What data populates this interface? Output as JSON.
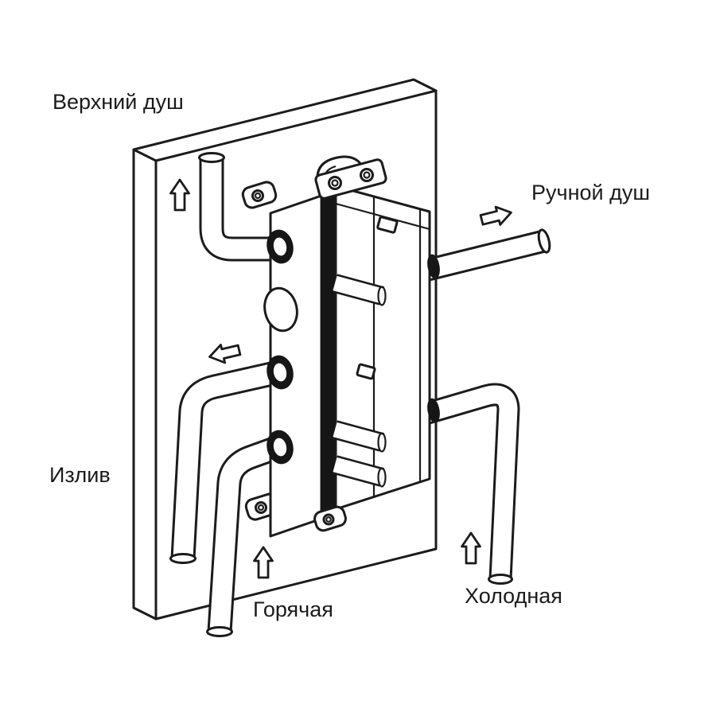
{
  "diagram": {
    "type": "installation-diagram",
    "subject": "concealed-shower-mixer-valve",
    "colors": {
      "background": "#ffffff",
      "line": "#1b1b1b",
      "gasket": "#161616"
    },
    "labels": {
      "top_shower": "Верхний душ",
      "hand_shower": "Ручной душ",
      "spout": "Излив",
      "hot_water": "Горячая",
      "cold_water": "Холодная"
    },
    "arrows": [
      {
        "id": "top-shower-flow-arrow",
        "direction": "up"
      },
      {
        "id": "hand-shower-flow-arrow",
        "direction": "right"
      },
      {
        "id": "spout-flow-arrow",
        "direction": "left"
      },
      {
        "id": "hot-inlet-flow-arrow",
        "direction": "up"
      },
      {
        "id": "cold-inlet-flow-arrow",
        "direction": "up"
      }
    ]
  }
}
